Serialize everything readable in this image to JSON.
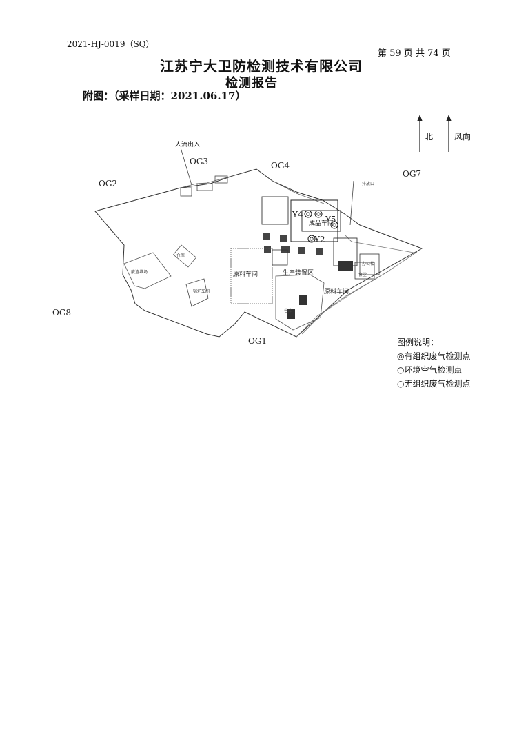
{
  "header": {
    "report_no": "2021-HJ-0019（SQ）",
    "page_no": "第 59 页 共 74 页",
    "company": "江苏宁大卫防检测技术有限公司",
    "title": "检测报告",
    "attachment": "附图：（采样日期：2021.06.17）"
  },
  "compass": {
    "north": "北",
    "wind": "风向"
  },
  "points": {
    "G1": "OG1",
    "G2": "OG2",
    "G3": "OG3",
    "G4": "OG4",
    "G7": "OG7",
    "G8": "OG8",
    "Y4": "Y4",
    "Y5": "Y5",
    "Y2": "Y2"
  },
  "map_labels": {
    "entrance": "人流出入口",
    "finished_workshop": "成品车间",
    "raw_workshop_1": "原料车间",
    "raw_workshop_2": "原料车间",
    "production_area": "生产装置区",
    "canteen": "食堂",
    "storage_1": "仓库",
    "storage_2": "仓库",
    "outlet": "排放口",
    "slag_area": "废渣堆场",
    "furnace": "锅炉车间",
    "office": "办公楼"
  },
  "legend": {
    "title": "图例说明：",
    "items": [
      "◎有组织废气检测点",
      "○环境空气检测点",
      "○无组织废气检测点"
    ]
  }
}
